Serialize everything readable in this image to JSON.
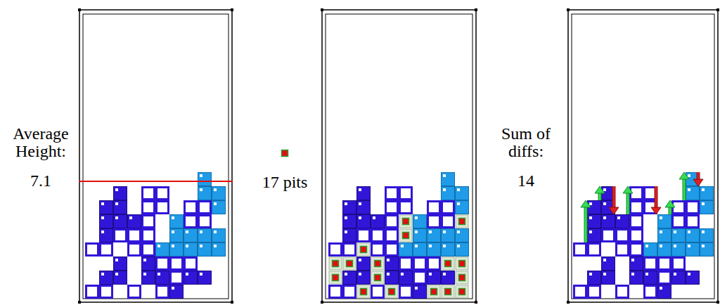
{
  "diagram": {
    "labels": [
      "Average Height:",
      "7.1",
      "17 pits",
      "Sum of diffs:",
      "14"
    ]
  }
}
